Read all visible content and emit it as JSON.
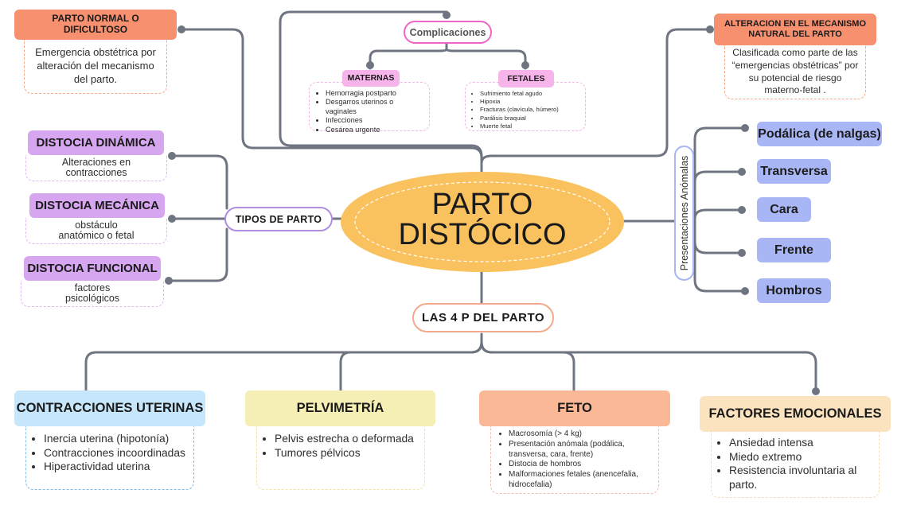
{
  "central": {
    "line1": "PARTO",
    "line2": "DISTÓCICO"
  },
  "top_left": {
    "title": "PARTO NORMAL O DIFICULTOSO",
    "desc": "Emergencia obstétrica por alteración del mecanismo del parto."
  },
  "top_right": {
    "title": "ALTERACION EN EL MECANISMO NATURAL DEL PARTO",
    "desc": "Clasificada como parte de las “emergencias obstétricas” por su potencial de riesgo materno-fetal ."
  },
  "complicaciones": {
    "label": "Complicaciones",
    "maternas": {
      "label": "MATERNAS",
      "items": [
        "Hemorragia postparto",
        "Desgarros uterinos o vaginales",
        "Infecciones",
        "Cesárea urgente"
      ]
    },
    "fetales": {
      "label": "FETALES",
      "items": [
        "Sufrimiento fetal agudo",
        "Hipoxia",
        "Fracturas (clavícula, húmero)",
        "Parálisis braquial",
        "Muerte fetal"
      ]
    }
  },
  "tipos": {
    "label": "TIPOS DE PARTO",
    "items": [
      {
        "title": "DISTOCIA DINÁMICA",
        "desc1": "Alteraciones en",
        "desc2": "contracciones"
      },
      {
        "title": "DISTOCIA MECÁNICA",
        "desc1": "obstáculo",
        "desc2": "anatómico o fetal"
      },
      {
        "title": "DISTOCIA FUNCIONAL",
        "desc1": "factores",
        "desc2": "psicológicos"
      }
    ]
  },
  "presentaciones": {
    "label": "Presentaciones Anómalas",
    "items": [
      "Podálica (de nalgas)",
      "Transversa",
      "Cara",
      "Frente",
      "Hombros"
    ]
  },
  "cuatro_p": {
    "label": "LAS 4 P DEL PARTO",
    "contracciones": {
      "title": "CONTRACCIONES UTERINAS",
      "items": [
        "Inercia uterina (hipotonía)",
        "Contracciones incoordinadas",
        "Hiperactividad uterina"
      ]
    },
    "pelvimetria": {
      "title": "PELVIMETRÍA",
      "items": [
        "Pelvis estrecha o deformada",
        "Tumores pélvicos"
      ]
    },
    "feto": {
      "title": "FETO",
      "items": [
        "Macrosomía (> 4 kg)",
        "Presentación anómala (podálica, transversa, cara, frente)",
        "Distocia de hombros",
        "Malformaciones fetales (anencefalia, hidrocefalia)"
      ]
    },
    "emocionales": {
      "title": "FACTORES EMOCIONALES",
      "items": [
        "Ansiedad intensa",
        "Miedo extremo",
        "Resistencia involuntaria al parto."
      ]
    }
  },
  "colors": {
    "connector": "#6f7580",
    "central_fill": "#f9c25f",
    "salmon": "#f7906f",
    "lilac": "#d6a6f0",
    "pink": "#f6b4ea",
    "periwinkle": "#a9b6f5",
    "sky": "#c6e6fb",
    "cream": "#f5efb5",
    "peach": "#fbb896",
    "sand": "#fbe3c0"
  }
}
